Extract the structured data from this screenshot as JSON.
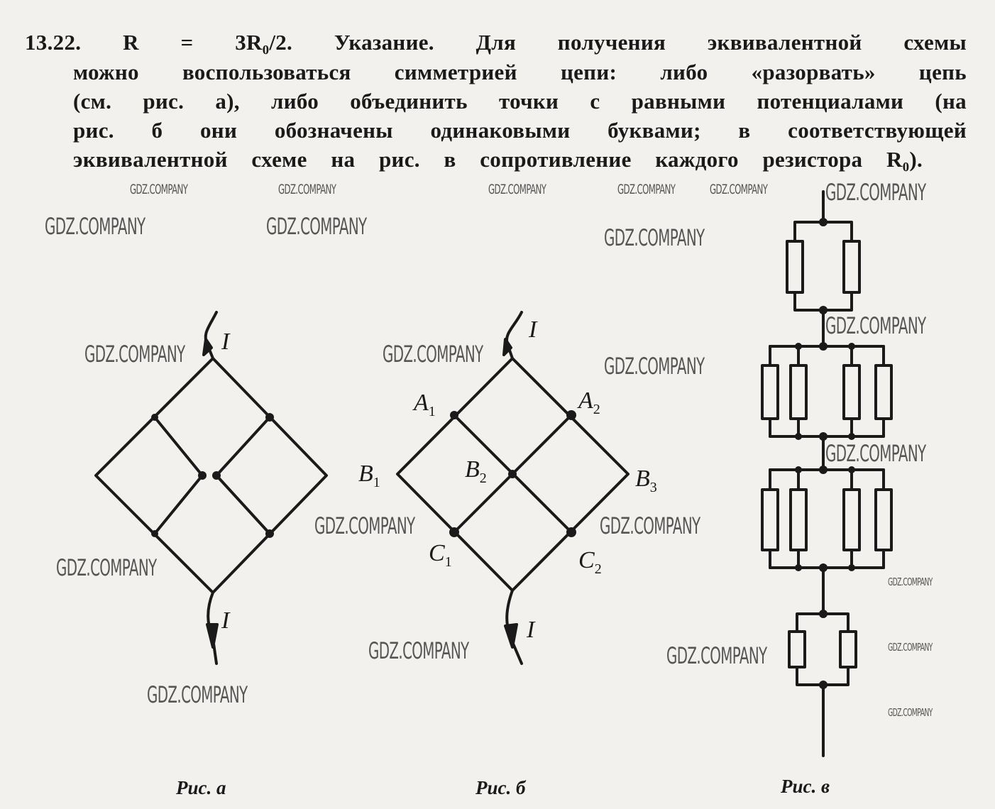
{
  "text": {
    "line1": "13.22. R = 3R₀/2. Указание. Для получения эквивалентной схемы",
    "line2": "можно воспользоваться симметрией цепи: либо «разорвать» цепь",
    "line3": "(см. рис. а), либо объединить точки с равными потенциалами (на",
    "line4": "рис. б они обозначены одинаковыми буквами; в соответствующей",
    "line5": "эквивалентной схеме на рис. в сопротивление каждого резистора R₀)."
  },
  "figures": {
    "a": {
      "caption": "Рис. а",
      "current_label": "I"
    },
    "b": {
      "caption": "Рис. б",
      "current_label": "I",
      "nodes": {
        "A1": "A",
        "A2": "A",
        "B1": "B",
        "B2": "B",
        "B3": "B",
        "C1": "C",
        "C2": "C"
      },
      "subs": {
        "A1": "1",
        "A2": "2",
        "B1": "1",
        "B2": "2",
        "B3": "3",
        "C1": "1",
        "C2": "2"
      }
    },
    "v": {
      "caption": "Рис. в"
    }
  },
  "watermark": "GDZ.COMPANY"
}
